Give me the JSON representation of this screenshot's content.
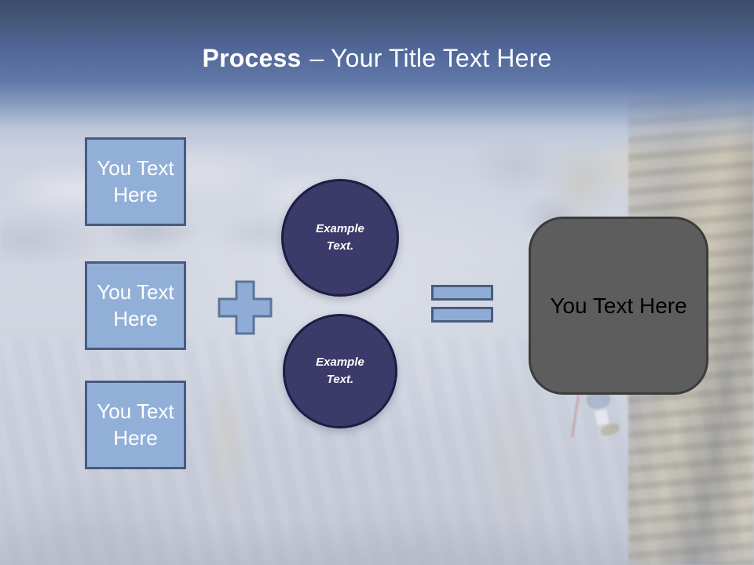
{
  "slide": {
    "title": {
      "bold": "Process",
      "regular": "– Your Title Text Here"
    }
  },
  "process": {
    "input_boxes": [
      {
        "label": "You Text Here"
      },
      {
        "label": "You Text Here"
      },
      {
        "label": "You Text Here"
      }
    ],
    "operators": {
      "plus_icon": "plus-sign",
      "equals_icon": "equals-sign"
    },
    "circles": [
      {
        "label": "Example Text."
      },
      {
        "label": "Example Text."
      }
    ],
    "result_box": {
      "label": "You Text Here"
    }
  },
  "colors": {
    "sky_top": "#3b4e6c",
    "sky_mid": "#5f77a7",
    "haze": "#d3d7e2",
    "box_fill": "#92afd7",
    "box_border": "#475a80",
    "operator_fill": "#8facd6",
    "operator_border": "#5c7499",
    "equals_border": "#4a5c7e",
    "circle_fill": "#3b3a68",
    "circle_border": "#1d1d45",
    "result_fill": "#5d5d5d",
    "result_border": "#3c3c3c",
    "title_text": "#ffffff",
    "result_text": "#000000"
  }
}
